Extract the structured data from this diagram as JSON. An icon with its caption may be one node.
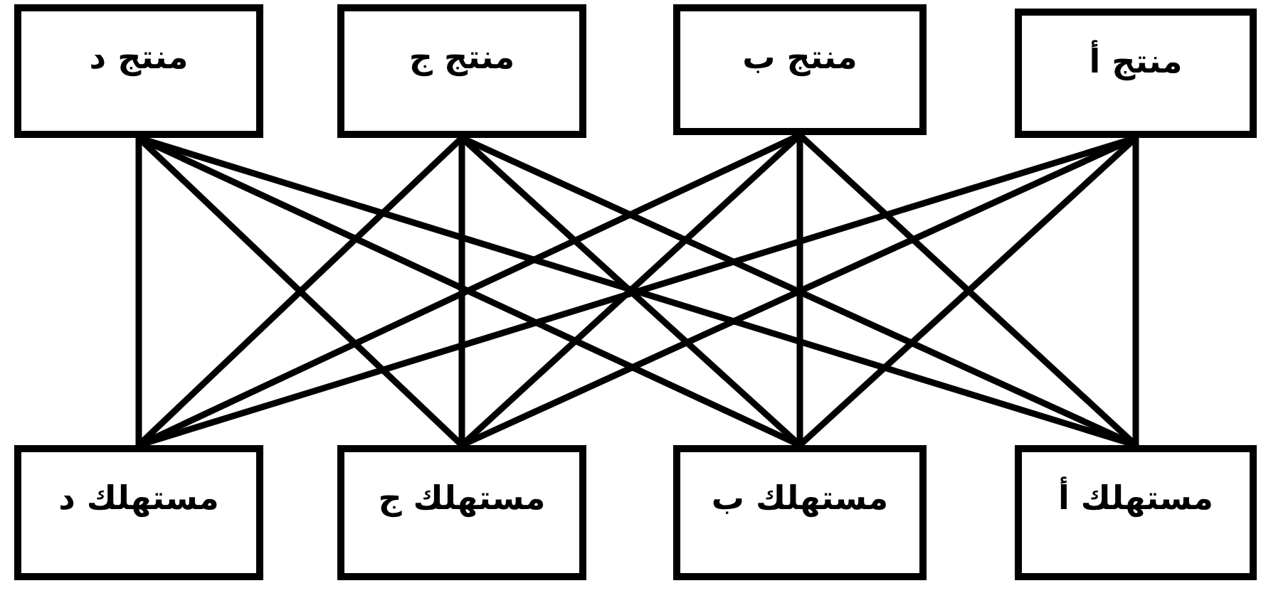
{
  "diagram": {
    "nodes": [
      {
        "text": [
          "منتج أ"
        ]
      },
      {
        "text": [
          "منتج ب"
        ]
      },
      {
        "text": [
          "منتج ج"
        ]
      },
      {
        "text": [
          "منتج د"
        ]
      },
      {
        "text": [
          "مستهلك أ"
        ]
      },
      {
        "text": [
          "مستهلك ب"
        ]
      },
      {
        "text": [
          "مستهلك ج"
        ]
      },
      {
        "text": [
          "مستهلك د"
        ]
      }
    ],
    "edges": [
      {
        "from": 0,
        "to": 4,
        "arrow": "none"
      },
      {
        "from": 0,
        "to": 5,
        "arrow": "none"
      },
      {
        "from": 0,
        "to": 6,
        "arrow": "none"
      },
      {
        "from": 0,
        "to": 7,
        "arrow": "none"
      },
      {
        "from": 1,
        "to": 4,
        "arrow": "none"
      },
      {
        "from": 1,
        "to": 5,
        "arrow": "none"
      },
      {
        "from": 1,
        "to": 6,
        "arrow": "none"
      },
      {
        "from": 1,
        "to": 7,
        "arrow": "none"
      },
      {
        "from": 2,
        "to": 4,
        "arrow": "none"
      },
      {
        "from": 2,
        "to": 5,
        "arrow": "none"
      },
      {
        "from": 2,
        "to": 6,
        "arrow": "none"
      },
      {
        "from": 2,
        "to": 7,
        "arrow": "none"
      },
      {
        "from": 3,
        "to": 4,
        "arrow": "none"
      },
      {
        "from": 3,
        "to": 5,
        "arrow": "none"
      },
      {
        "from": 3,
        "to": 6,
        "arrow": "none"
      },
      {
        "from": 3,
        "to": 7,
        "arrow": "none"
      }
    ]
  }
}
